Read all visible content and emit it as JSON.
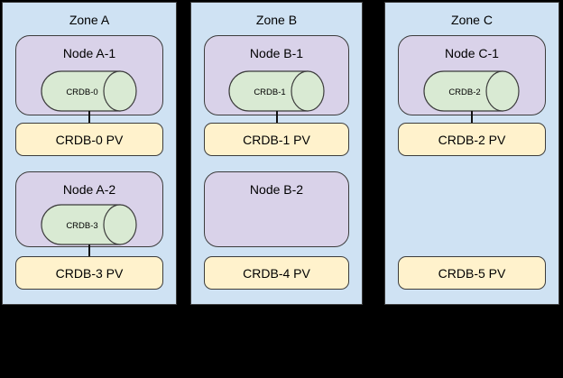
{
  "palette": {
    "background": "#000000",
    "zone_fill": "#cfe2f3",
    "node_fill": "#d9d2e9",
    "pod_fill": "#d9ead3",
    "pv_fill": "#fff2cc",
    "stroke": "#3c3c3c"
  },
  "zones": [
    {
      "label": "Zone A",
      "node1": {
        "label": "Node A-1",
        "pod": "CRDB-0"
      },
      "pv1": "CRDB-0 PV",
      "node2": {
        "label": "Node A-2",
        "pod": "CRDB-3"
      },
      "pv2": "CRDB-3 PV"
    },
    {
      "label": "Zone B",
      "node1": {
        "label": "Node B-1",
        "pod": "CRDB-1"
      },
      "pv1": "CRDB-1 PV",
      "node2": {
        "label": "Node B-2"
      },
      "pv2": "CRDB-4 PV"
    },
    {
      "label": "Zone C",
      "node1": {
        "label": "Node C-1",
        "pod": "CRDB-2"
      },
      "pv1": "CRDB-2 PV",
      "pv2": "CRDB-5 PV"
    }
  ]
}
